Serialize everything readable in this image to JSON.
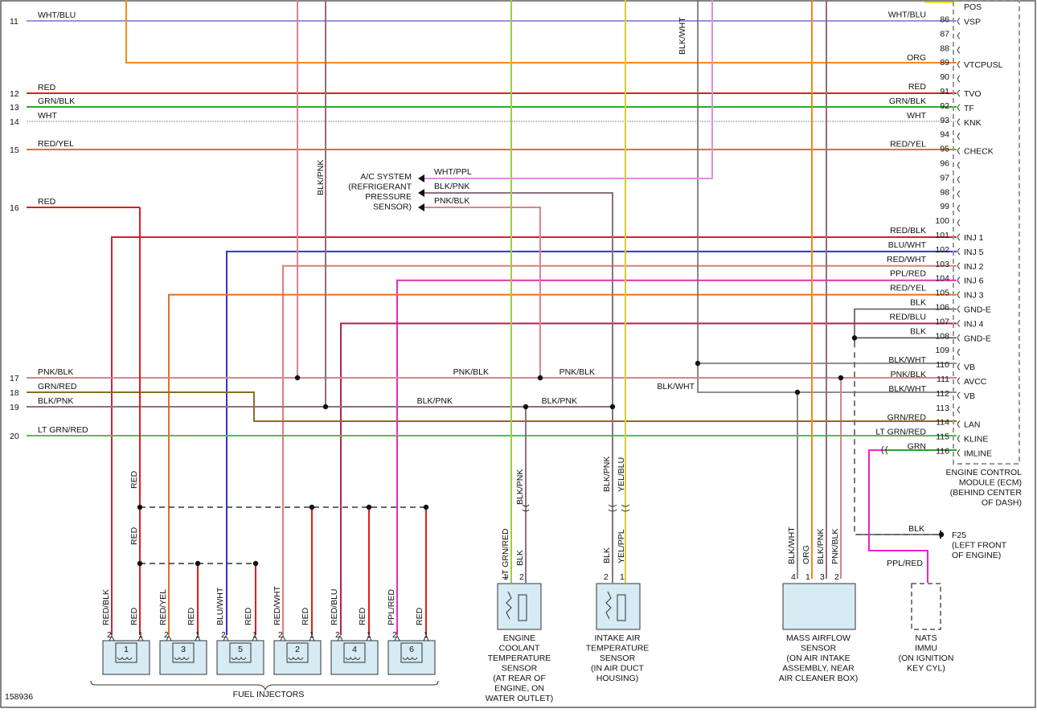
{
  "figure_id": "158936",
  "colors": {
    "wht_blu": "#9b8fe8",
    "org": "#f28a1c",
    "red": "#e21b1b",
    "grn_blk": "#2ea82e",
    "wht": "#c8c8c8",
    "red_yel": "#ef6d1f",
    "red_blk": "#c8233a",
    "blu_wht": "#3333cc",
    "red_wht": "#e07b7b",
    "ppl_red": "#e52fb5",
    "blk": "#555555",
    "red_blu": "#b4234d",
    "blk_wht": "#6a6a6a",
    "pnk_blk": "#d9848f",
    "grn_red": "#8a6d2c",
    "lt_grn_red": "#58c23b",
    "grn": "#2fa02f",
    "wht_ppl": "#e58be6",
    "blk_pnk": "#8f7080",
    "lt_grn": "#9ccd47",
    "yel_blu": "#d6cc2a",
    "yel": "#f0e233",
    "magenta": "#ee22cc",
    "ecm_border": "#999999"
  },
  "left_pins": [
    {
      "num": "11",
      "color": "WHT/BLU"
    },
    {
      "num": "12",
      "color": "RED"
    },
    {
      "num": "13",
      "color": "GRN/BLK"
    },
    {
      "num": "14",
      "color": "WHT"
    },
    {
      "num": "15",
      "color": "RED/YEL"
    },
    {
      "num": "16",
      "color": "RED"
    },
    {
      "num": "17",
      "color": "PNK/BLK"
    },
    {
      "num": "18",
      "color": "GRN/RED"
    },
    {
      "num": "19",
      "color": "BLK/PNK"
    },
    {
      "num": "20",
      "color": "LT GRN/RED"
    }
  ],
  "ecm_pins": [
    {
      "num": "86",
      "wire": "WHT/BLU",
      "func": "VSP"
    },
    {
      "num": "87",
      "wire": "",
      "func": ""
    },
    {
      "num": "88",
      "wire": "",
      "func": ""
    },
    {
      "num": "89",
      "wire": "ORG",
      "func": "VTCPUSL"
    },
    {
      "num": "90",
      "wire": "",
      "func": ""
    },
    {
      "num": "91",
      "wire": "RED",
      "func": "TVO"
    },
    {
      "num": "92",
      "wire": "GRN/BLK",
      "func": "TF"
    },
    {
      "num": "93",
      "wire": "WHT",
      "func": "KNK"
    },
    {
      "num": "94",
      "wire": "",
      "func": ""
    },
    {
      "num": "95",
      "wire": "RED/YEL",
      "func": "CHECK"
    },
    {
      "num": "96",
      "wire": "",
      "func": ""
    },
    {
      "num": "97",
      "wire": "",
      "func": ""
    },
    {
      "num": "98",
      "wire": "",
      "func": ""
    },
    {
      "num": "99",
      "wire": "",
      "func": ""
    },
    {
      "num": "100",
      "wire": "",
      "func": ""
    },
    {
      "num": "101",
      "wire": "RED/BLK",
      "func": "INJ 1"
    },
    {
      "num": "102",
      "wire": "BLU/WHT",
      "func": "INJ 5"
    },
    {
      "num": "103",
      "wire": "RED/WHT",
      "func": "INJ 2"
    },
    {
      "num": "104",
      "wire": "PPL/RED",
      "func": "INJ 6"
    },
    {
      "num": "105",
      "wire": "RED/YEL",
      "func": "INJ 3"
    },
    {
      "num": "106",
      "wire": "BLK",
      "func": "GND-E"
    },
    {
      "num": "107",
      "wire": "RED/BLU",
      "func": "INJ 4"
    },
    {
      "num": "108",
      "wire": "BLK",
      "func": "GND-E"
    },
    {
      "num": "109",
      "wire": "",
      "func": ""
    },
    {
      "num": "110",
      "wire": "BLK/WHT",
      "func": "VB"
    },
    {
      "num": "111",
      "wire": "PNK/BLK",
      "func": "AVCC"
    },
    {
      "num": "112",
      "wire": "BLK/WHT",
      "func": "VB"
    },
    {
      "num": "113",
      "wire": "",
      "func": ""
    },
    {
      "num": "114",
      "wire": "GRN/RED",
      "func": "LAN"
    },
    {
      "num": "115",
      "wire": "LT GRN/RED",
      "func": "KLINE"
    },
    {
      "num": "116",
      "wire": "GRN",
      "func": "IMLINE"
    }
  ],
  "ecm_top": {
    "func": "POS"
  },
  "ecm_label": [
    "ENGINE CONTROL",
    "MODULE (ECM)",
    "(BEHIND CENTER",
    "OF DASH)"
  ],
  "ac_sensor": {
    "label": [
      "A/C SYSTEM",
      "(REFRIGERANT",
      "PRESSURE",
      "SENSOR)"
    ],
    "wires": [
      "WHT/PPL",
      "BLK/PNK",
      "PNK/BLK"
    ]
  },
  "bus_labels": {
    "pnk_blk_17": "PNK/BLK",
    "pnk_blk_17b": "PNK/BLK",
    "blk_pnk_19": "BLK/PNK",
    "blk_pnk_19b": "BLK/PNK",
    "blk_wht_112": "BLK/WHT",
    "blk_wht_vert": "BLK/WHT",
    "blk_pnk_vert": "BLK/PNK"
  },
  "injector_feed_labels": {
    "red_a": "RED",
    "red_b": "RED"
  },
  "injectors": [
    {
      "num": "1",
      "pin2": "RED/BLK",
      "pin1": "RED"
    },
    {
      "num": "3",
      "pin2": "RED/YEL",
      "pin1": "RED"
    },
    {
      "num": "5",
      "pin2": "BLU/WHT",
      "pin1": "RED"
    },
    {
      "num": "2",
      "pin2": "RED/WHT",
      "pin1": "RED"
    },
    {
      "num": "4",
      "pin2": "RED/BLU",
      "pin1": "RED"
    },
    {
      "num": "6",
      "pin2": "PPL/RED",
      "pin1": "RED"
    }
  ],
  "injector_pin_nums": [
    "2",
    "1"
  ],
  "injectors_label": "FUEL INJECTORS",
  "ect_sensor": {
    "label": [
      "ENGINE",
      "COOLANT",
      "TEMPERATURE",
      "SENSOR",
      "(AT REAR OF",
      "ENGINE, ON",
      "WATER OUTLET)"
    ],
    "wire_a": "LT GRN/RED",
    "wire_b_top": "BLK/PNK",
    "wire_b": "BLK",
    "pins": [
      "1",
      "2"
    ]
  },
  "iat_sensor": {
    "label": [
      "INTAKE AIR",
      "TEMPERATURE",
      "SENSOR",
      "(IN AIR DUCT",
      "HOUSING)"
    ],
    "wire_a_top": "BLK/PNK",
    "wire_b_top": "YEL/BLU",
    "wire_a": "BLK",
    "wire_b": "YEL/PPL",
    "pins": [
      "2",
      "1"
    ]
  },
  "maf_sensor": {
    "label": [
      "MASS AIRFLOW",
      "SENSOR",
      "(ON AIR INTAKE",
      "ASSEMBLY, NEAR",
      "AIR CLEANER BOX)"
    ],
    "wires": [
      "BLK/WHT",
      "ORG",
      "BLK/PNK",
      "PNK/BLK"
    ],
    "pins": [
      "4",
      "1",
      "3",
      "2"
    ]
  },
  "nats": {
    "label": [
      "NATS",
      "IMMU",
      "(ON IGNITION",
      "KEY CYL)"
    ],
    "wire": "PPL/RED"
  },
  "ground": {
    "wire": "BLK",
    "label": [
      "F25",
      "(LEFT FRONT",
      "OF ENGINE)"
    ]
  }
}
